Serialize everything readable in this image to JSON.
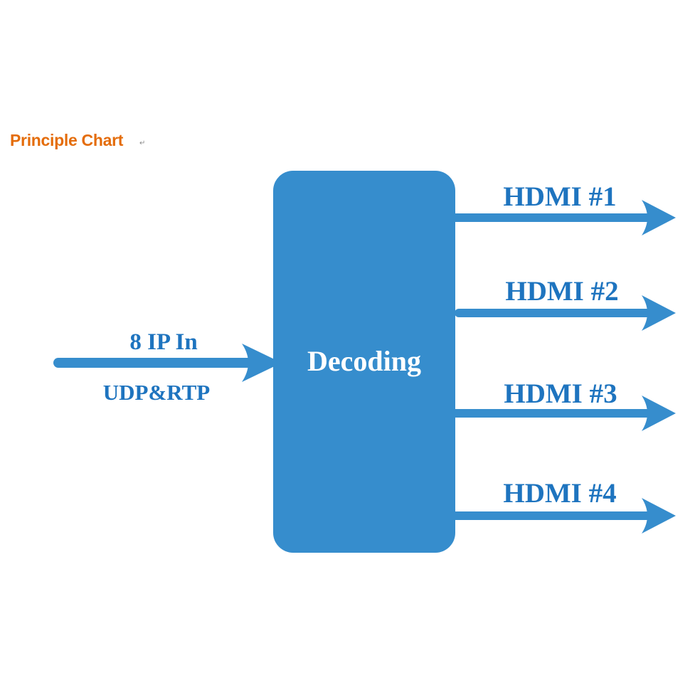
{
  "heading": {
    "title": "Principle Chart",
    "paragraph_mark": "↵"
  },
  "colors": {
    "heading": "#E46C0A",
    "box_fill": "#368DCD",
    "arrow": "#368DCD",
    "label": "#1E74BF",
    "box_text": "#FFFFFF"
  },
  "input": {
    "label_top": "8 IP In",
    "label_bottom": "UDP&RTP"
  },
  "decoder": {
    "label": "Decoding"
  },
  "outputs": [
    {
      "label": "HDMI #1"
    },
    {
      "label": "HDMI #2"
    },
    {
      "label": "HDMI #3"
    },
    {
      "label": "HDMI #4"
    }
  ]
}
